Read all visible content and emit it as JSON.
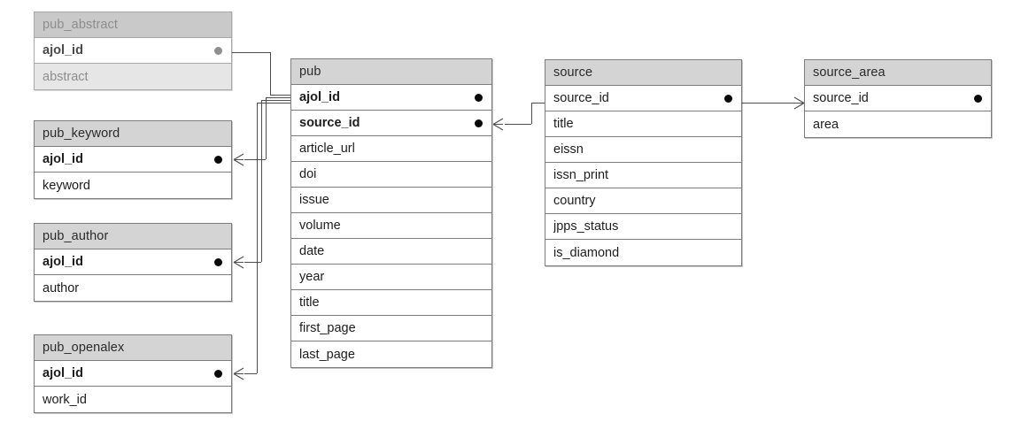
{
  "diagram": {
    "type": "entity-relationship-diagram",
    "background": "#ffffff",
    "line_color": "#4d4d4d",
    "header_fill": "#d4d4d4",
    "faded_header_fill": "#c9c9c9",
    "faded_text_color": "#8d8d8d",
    "key_dot_color": "#0a0a0a"
  },
  "entities": [
    {
      "id": "pub_abstract",
      "name": "pub_abstract",
      "state": "faded",
      "attributes": [
        {
          "name": "ajol_id",
          "key": true,
          "bold": true,
          "highlighted": true
        },
        {
          "name": "abstract",
          "key": false,
          "bold": false,
          "highlighted": false
        }
      ]
    },
    {
      "id": "pub_keyword",
      "name": "pub_keyword",
      "state": "normal",
      "attributes": [
        {
          "name": "ajol_id",
          "key": true,
          "bold": true
        },
        {
          "name": "keyword",
          "key": false,
          "bold": false
        }
      ]
    },
    {
      "id": "pub_author",
      "name": "pub_author",
      "state": "normal",
      "attributes": [
        {
          "name": "ajol_id",
          "key": true,
          "bold": true
        },
        {
          "name": "author",
          "key": false,
          "bold": false
        }
      ]
    },
    {
      "id": "pub_openalex",
      "name": "pub_openalex",
      "state": "normal",
      "attributes": [
        {
          "name": "ajol_id",
          "key": true,
          "bold": true
        },
        {
          "name": "work_id",
          "key": false,
          "bold": false
        }
      ]
    },
    {
      "id": "pub",
      "name": "pub",
      "state": "normal",
      "attributes": [
        {
          "name": "ajol_id",
          "key": true,
          "bold": true
        },
        {
          "name": "source_id",
          "key": true,
          "bold": true
        },
        {
          "name": "article_url",
          "key": false,
          "bold": false
        },
        {
          "name": "doi",
          "key": false,
          "bold": false
        },
        {
          "name": "issue",
          "key": false,
          "bold": false
        },
        {
          "name": "volume",
          "key": false,
          "bold": false
        },
        {
          "name": "date",
          "key": false,
          "bold": false
        },
        {
          "name": "year",
          "key": false,
          "bold": false
        },
        {
          "name": "title",
          "key": false,
          "bold": false
        },
        {
          "name": "first_page",
          "key": false,
          "bold": false
        },
        {
          "name": "last_page",
          "key": false,
          "bold": false
        }
      ]
    },
    {
      "id": "source",
      "name": "source",
      "state": "normal",
      "attributes": [
        {
          "name": "source_id",
          "key": true,
          "bold": false
        },
        {
          "name": "title",
          "key": false,
          "bold": false
        },
        {
          "name": "eissn",
          "key": false,
          "bold": false
        },
        {
          "name": "issn_print",
          "key": false,
          "bold": false
        },
        {
          "name": "country",
          "key": false,
          "bold": false
        },
        {
          "name": "jpps_status",
          "key": false,
          "bold": false
        },
        {
          "name": "is_diamond",
          "key": false,
          "bold": false
        }
      ]
    },
    {
      "id": "source_area",
      "name": "source_area",
      "state": "normal",
      "attributes": [
        {
          "name": "source_id",
          "key": true,
          "bold": false
        },
        {
          "name": "area",
          "key": false,
          "bold": false
        }
      ]
    }
  ],
  "relationships": [
    {
      "from": "pub_abstract.ajol_id",
      "to": "pub.ajol_id",
      "cardinality": "many-to-one"
    },
    {
      "from": "pub_keyword.ajol_id",
      "to": "pub.ajol_id",
      "cardinality": "many-to-one"
    },
    {
      "from": "pub_author.ajol_id",
      "to": "pub.ajol_id",
      "cardinality": "many-to-one"
    },
    {
      "from": "pub_openalex.ajol_id",
      "to": "pub.ajol_id",
      "cardinality": "many-to-one"
    },
    {
      "from": "pub.source_id",
      "to": "source.source_id",
      "cardinality": "many-to-one"
    },
    {
      "from": "source.source_id",
      "to": "source_area.source_id",
      "cardinality": "one-to-many"
    }
  ]
}
